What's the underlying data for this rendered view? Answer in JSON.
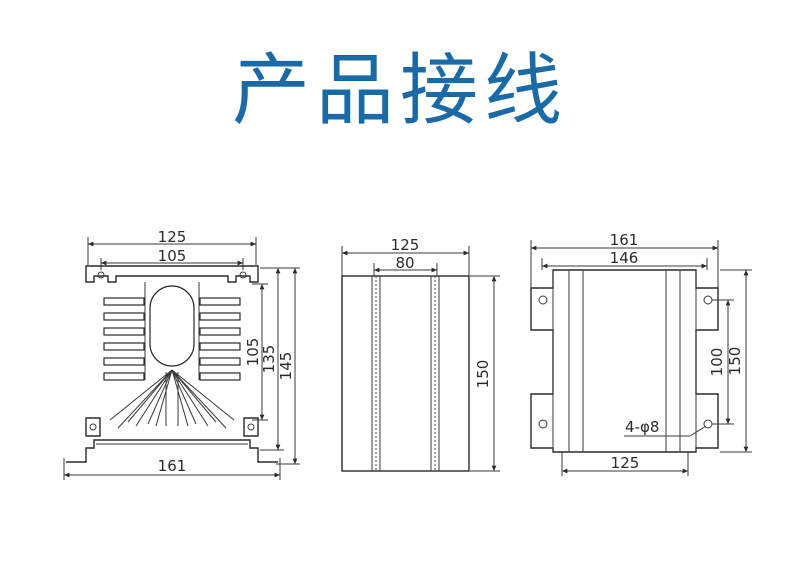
{
  "title": "产品接线",
  "views": {
    "front": {
      "top_width": "125",
      "inner_width": "105",
      "bottom_width": "161",
      "height_inner": "105",
      "height_mid": "135",
      "height_total": "145"
    },
    "side": {
      "width": "125",
      "inner_width": "80",
      "height": "150"
    },
    "back": {
      "outer_width": "161",
      "inner_width": "146",
      "bottom_width": "125",
      "hole_spacing": "100",
      "height": "150",
      "hole_label": "4-φ8"
    }
  }
}
